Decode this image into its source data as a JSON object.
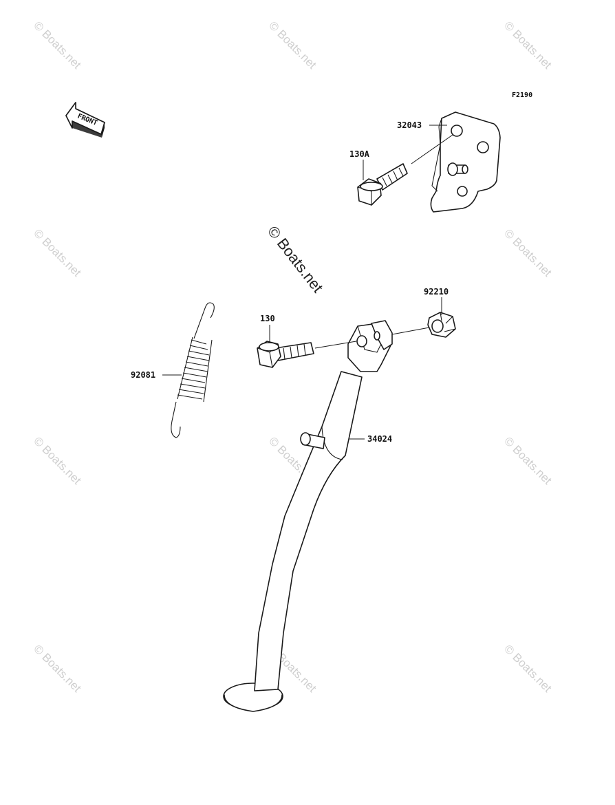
{
  "figure_code": "F2190",
  "front_label": "FRONT",
  "watermark_text": "© Boats.net",
  "parts": {
    "bracket": "32043",
    "bolt_bracket": "130A",
    "nut": "92210",
    "bolt_stand": "130",
    "spring": "92081",
    "side_stand": "34024"
  }
}
